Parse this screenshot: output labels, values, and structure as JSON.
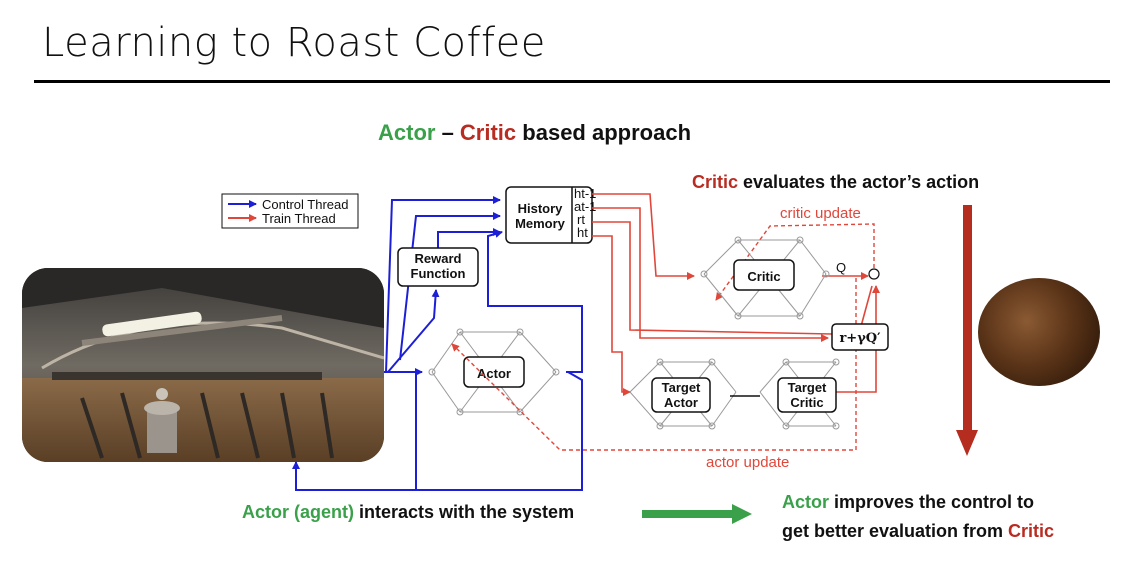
{
  "slide": {
    "title": "Learning to Roast Coffee"
  },
  "subtitle": {
    "actor": "Actor",
    "dash": " – ",
    "critic": "Critic",
    "rest": " based approach"
  },
  "critic_caption": {
    "critic": "Critic",
    "rest": " evaluates the actor’s action"
  },
  "agent_caption": {
    "actor": "Actor (agent)",
    "rest": " interacts with the system"
  },
  "improve_caption": {
    "actor": "Actor",
    "line1_rest": " improves the control to",
    "line2": "get better evaluation from ",
    "critic": "Critic"
  },
  "legend": {
    "control": "Control Thread",
    "train": "Train Thread"
  },
  "diagram": {
    "history_line1": "History",
    "history_line2": "Memory",
    "memory_fields": [
      "ht-1",
      "at-1",
      "rt",
      "ht"
    ],
    "reward_line1": "Reward",
    "reward_line2": "Function",
    "actor": "Actor",
    "critic": "Critic",
    "target_actor_line1": "Target",
    "target_actor_line2": "Actor",
    "target_critic_line1": "Target",
    "target_critic_line2": "Critic",
    "target_formula": "r+γQ′",
    "q_label": "Q",
    "critic_update": "critic update",
    "actor_update": "actor update"
  },
  "colors": {
    "control": "#1d1fd6",
    "train": "#e0473b",
    "actor_green": "#3aa14a",
    "critic_red": "#b82c22"
  }
}
